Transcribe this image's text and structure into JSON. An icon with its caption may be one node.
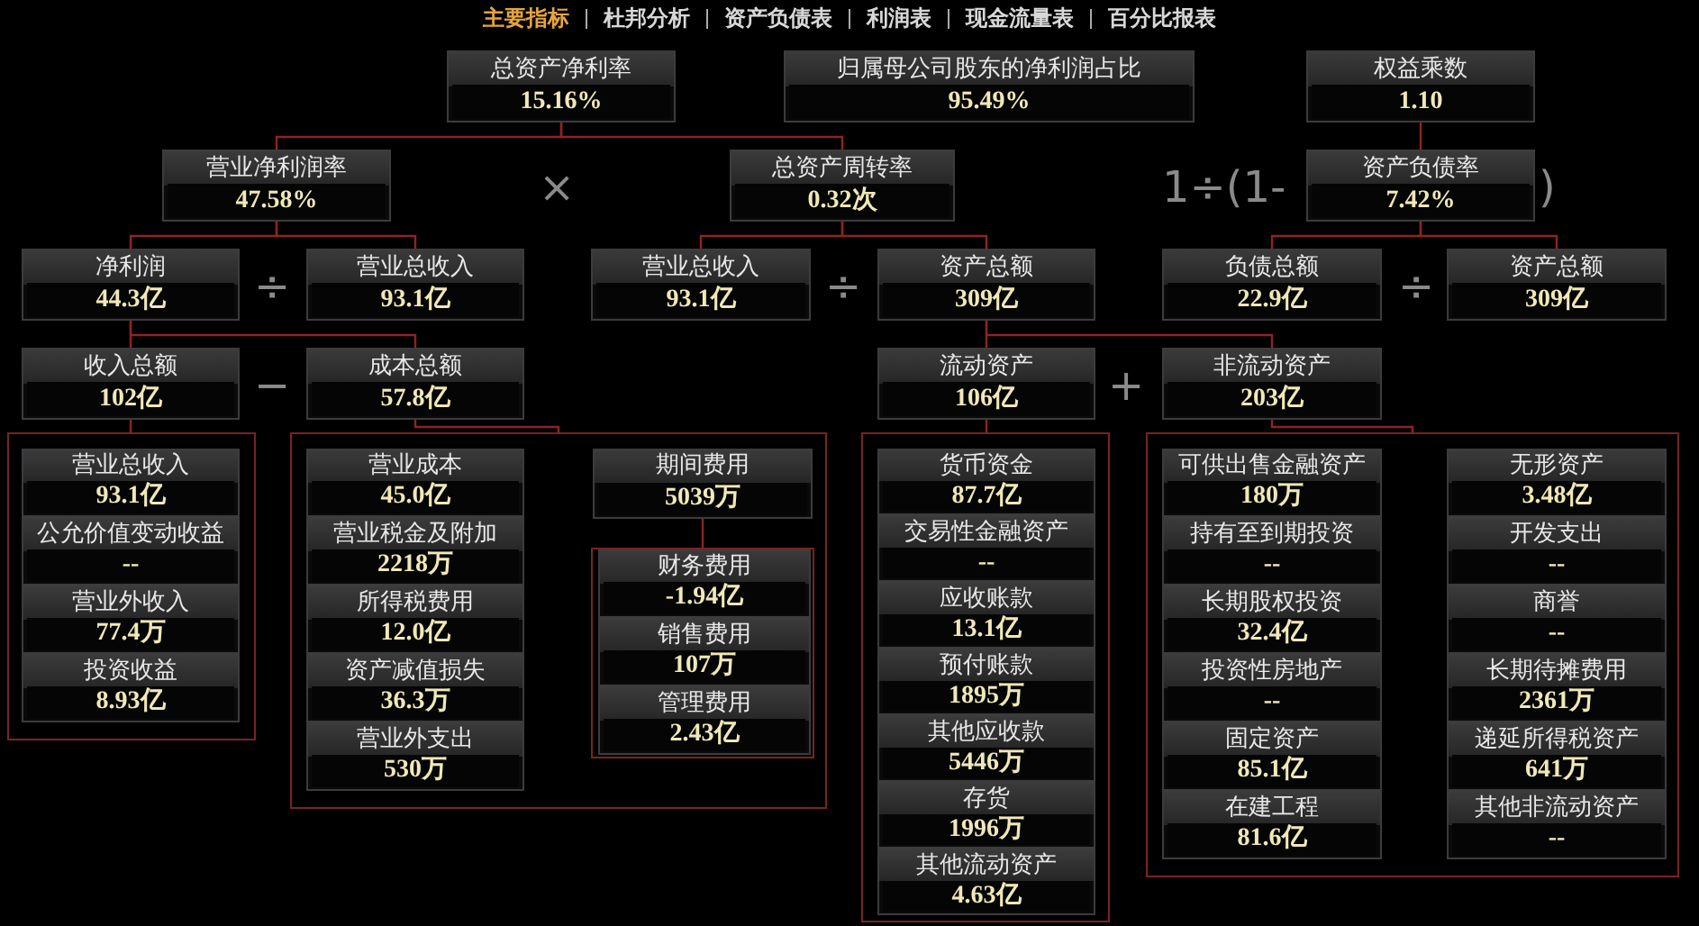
{
  "diagram": {
    "nodes": [
      {
        "text": [
          "总资产净利率",
          "15.16%"
        ]
      },
      {
        "text": [
          "归属母公司股东的净利润占比",
          "95.49%"
        ]
      },
      {
        "text": [
          "权益乘数",
          "1.10"
        ]
      },
      {
        "text": [
          "营业净利润率",
          "47.58%"
        ]
      },
      {
        "text": [
          "总资产周转率",
          "0.32次"
        ]
      },
      {
        "text": [
          "资产负债率",
          "7.42%"
        ]
      },
      {
        "text": [
          "净利润",
          "44.3亿"
        ]
      },
      {
        "text": [
          "营业总收入",
          "93.1亿"
        ]
      },
      {
        "text": [
          "营业总收入",
          "93.1亿"
        ]
      },
      {
        "text": [
          "资产总额",
          "309亿"
        ]
      },
      {
        "text": [
          "负债总额",
          "22.9亿"
        ]
      },
      {
        "text": [
          "资产总额",
          "309亿"
        ]
      },
      {
        "text": [
          "收入总额",
          "102亿"
        ]
      },
      {
        "text": [
          "成本总额",
          "57.8亿"
        ]
      },
      {
        "text": [
          "流动资产",
          "106亿"
        ]
      },
      {
        "text": [
          "非流动资产",
          "203亿"
        ]
      },
      {
        "text": [],
        "shape": "box"
      },
      {
        "text": [
          "营业总收入",
          "93.1亿"
        ],
        "in": 16
      },
      {
        "text": [
          "公允价值变动收益",
          "--"
        ],
        "in": 16
      },
      {
        "text": [
          "营业外收入",
          "77.4万"
        ],
        "in": 16
      },
      {
        "text": [
          "投资收益",
          "8.93亿"
        ],
        "in": 16
      },
      {
        "text": [],
        "shape": "box"
      },
      {
        "text": [
          "营业成本",
          "45.0亿"
        ],
        "in": 21
      },
      {
        "text": [
          "营业税金及附加",
          "2218万"
        ],
        "in": 21
      },
      {
        "text": [
          "所得税费用",
          "12.0亿"
        ],
        "in": 21
      },
      {
        "text": [
          "资产减值损失",
          "36.3万"
        ],
        "in": 21
      },
      {
        "text": [
          "营业外支出",
          "530万"
        ],
        "in": 21
      },
      {
        "text": [
          "期间费用",
          "5039万"
        ],
        "in": 21
      },
      {
        "text": [],
        "shape": "box",
        "in": 21
      },
      {
        "text": [
          "财务费用",
          "-1.94亿"
        ],
        "in": 28
      },
      {
        "text": [
          "销售费用",
          "107万"
        ],
        "in": 28
      },
      {
        "text": [
          "管理费用",
          "2.43亿"
        ],
        "in": 28
      },
      {
        "text": [],
        "shape": "box"
      },
      {
        "text": [
          "货币资金",
          "87.7亿"
        ],
        "in": 32
      },
      {
        "text": [
          "交易性金融资产",
          "--"
        ],
        "in": 32
      },
      {
        "text": [
          "应收账款",
          "13.1亿"
        ],
        "in": 32
      },
      {
        "text": [
          "预付账款",
          "1895万"
        ],
        "in": 32
      },
      {
        "text": [
          "其他应收款",
          "5446万"
        ],
        "in": 32
      },
      {
        "text": [
          "存货",
          "1996万"
        ],
        "in": 32
      },
      {
        "text": [
          "其他流动资产",
          "4.63亿"
        ],
        "in": 32
      },
      {
        "text": [],
        "shape": "box"
      },
      {
        "text": [
          "可供出售金融资产",
          "180万"
        ],
        "in": 40
      },
      {
        "text": [
          "持有至到期投资",
          "--"
        ],
        "in": 40
      },
      {
        "text": [
          "长期股权投资",
          "32.4亿"
        ],
        "in": 40
      },
      {
        "text": [
          "投资性房地产",
          "--"
        ],
        "in": 40
      },
      {
        "text": [
          "固定资产",
          "85.1亿"
        ],
        "in": 40
      },
      {
        "text": [
          "在建工程",
          "81.6亿"
        ],
        "in": 40
      },
      {
        "text": [
          "无形资产",
          "3.48亿"
        ],
        "in": 40
      },
      {
        "text": [
          "开发支出",
          "--"
        ],
        "in": 40
      },
      {
        "text": [
          "商誉",
          "--"
        ],
        "in": 40
      },
      {
        "text": [
          "长期待摊费用",
          "2361万"
        ],
        "in": 40
      },
      {
        "text": [
          "递延所得税资产",
          "641万"
        ],
        "in": 40
      },
      {
        "text": [
          "其他非流动资产",
          "--"
        ],
        "in": 40
      }
    ],
    "edges": [
      {
        "from": 0,
        "to": 3,
        "arrow": "none"
      },
      {
        "from": 0,
        "to": 4,
        "arrow": "none"
      },
      {
        "from": 2,
        "to": 5,
        "arrow": "none"
      },
      {
        "from": 3,
        "to": 6,
        "arrow": "none"
      },
      {
        "from": 3,
        "to": 7,
        "arrow": "none"
      },
      {
        "from": 4,
        "to": 8,
        "arrow": "none"
      },
      {
        "from": 4,
        "to": 9,
        "arrow": "none"
      },
      {
        "from": 5,
        "to": 10,
        "arrow": "none"
      },
      {
        "from": 5,
        "to": 11,
        "arrow": "none"
      },
      {
        "from": 6,
        "to": 12,
        "arrow": "none"
      },
      {
        "from": 6,
        "to": 13,
        "arrow": "none"
      },
      {
        "from": 9,
        "to": 14,
        "arrow": "none"
      },
      {
        "from": 9,
        "to": 15,
        "arrow": "none"
      },
      {
        "from": 12,
        "to": 16,
        "arrow": "none"
      },
      {
        "from": 13,
        "to": 21,
        "arrow": "none"
      },
      {
        "from": 27,
        "to": 28,
        "arrow": "none"
      },
      {
        "from": 14,
        "to": 32,
        "arrow": "none"
      },
      {
        "from": 15,
        "to": 40,
        "arrow": "none"
      }
    ],
    "labels": [
      "主要指标",
      "杜邦分析",
      "资产负债表",
      "利润表",
      "现金流量表",
      "百分比报表",
      "×",
      "1÷(1-",
      ")",
      "÷",
      "÷",
      "÷",
      "−",
      "+"
    ]
  }
}
